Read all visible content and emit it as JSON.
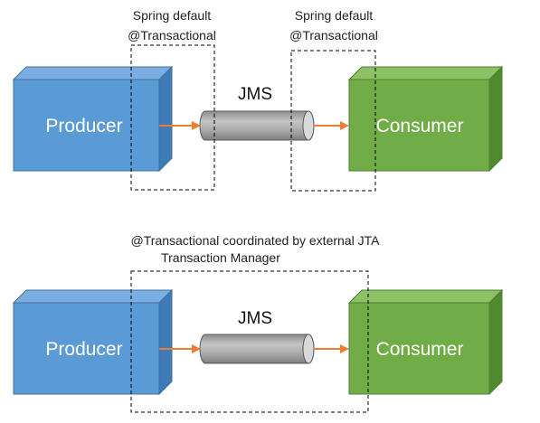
{
  "diagrams": [
    {
      "producer_label": "Producer",
      "channel_label": "JMS",
      "consumer_label": "Consumer",
      "producer_tx_lines": [
        "Spring default",
        "@Transactional"
      ],
      "consumer_tx_lines": [
        "Spring default",
        "@Transactional"
      ]
    },
    {
      "producer_label": "Producer",
      "channel_label": "JMS",
      "consumer_label": "Consumer",
      "tx_lines": [
        "@Transactional coordinated by external JTA",
        "Transaction Manager"
      ]
    }
  ],
  "colors": {
    "producer_front": "#5b9bd5",
    "producer_top": "#7aaee0",
    "producer_side": "#3f7bb8",
    "consumer_front": "#70ad47",
    "consumer_top": "#8cc265",
    "consumer_side": "#4f8a2f",
    "arrow": "#ed7d31",
    "pipe": "#a6a6a6"
  }
}
